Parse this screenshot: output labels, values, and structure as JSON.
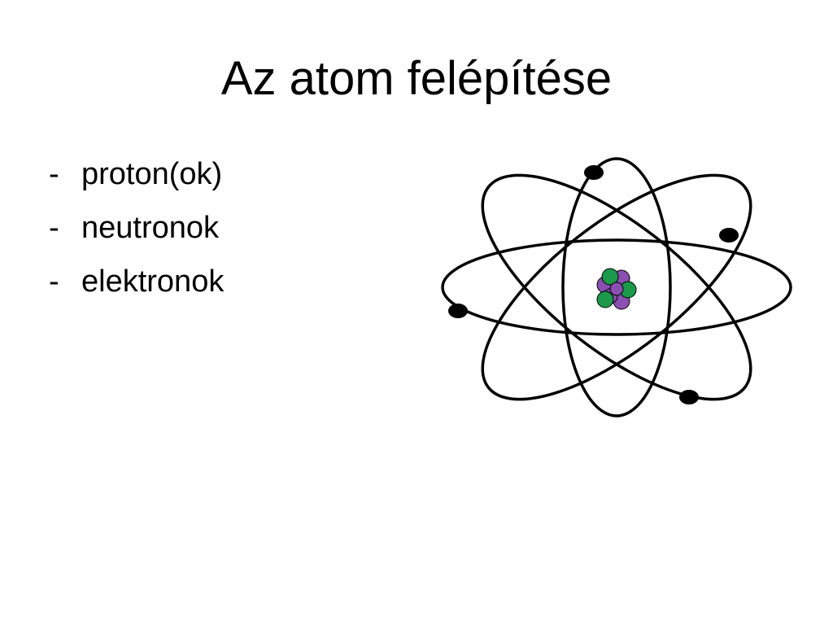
{
  "slide": {
    "title": "Az atom felépítése",
    "bullets": [
      {
        "marker": "-",
        "text": "proton(ok)"
      },
      {
        "marker": "-",
        "text": "neutronok"
      },
      {
        "marker": "-",
        "text": "elektronok"
      }
    ]
  },
  "illustration": {
    "icon": "atom-icon",
    "colors": {
      "orbit": "#000000",
      "electron": "#000000",
      "proton": "#1a9a4a",
      "neutron": "#8a4fb0"
    }
  }
}
